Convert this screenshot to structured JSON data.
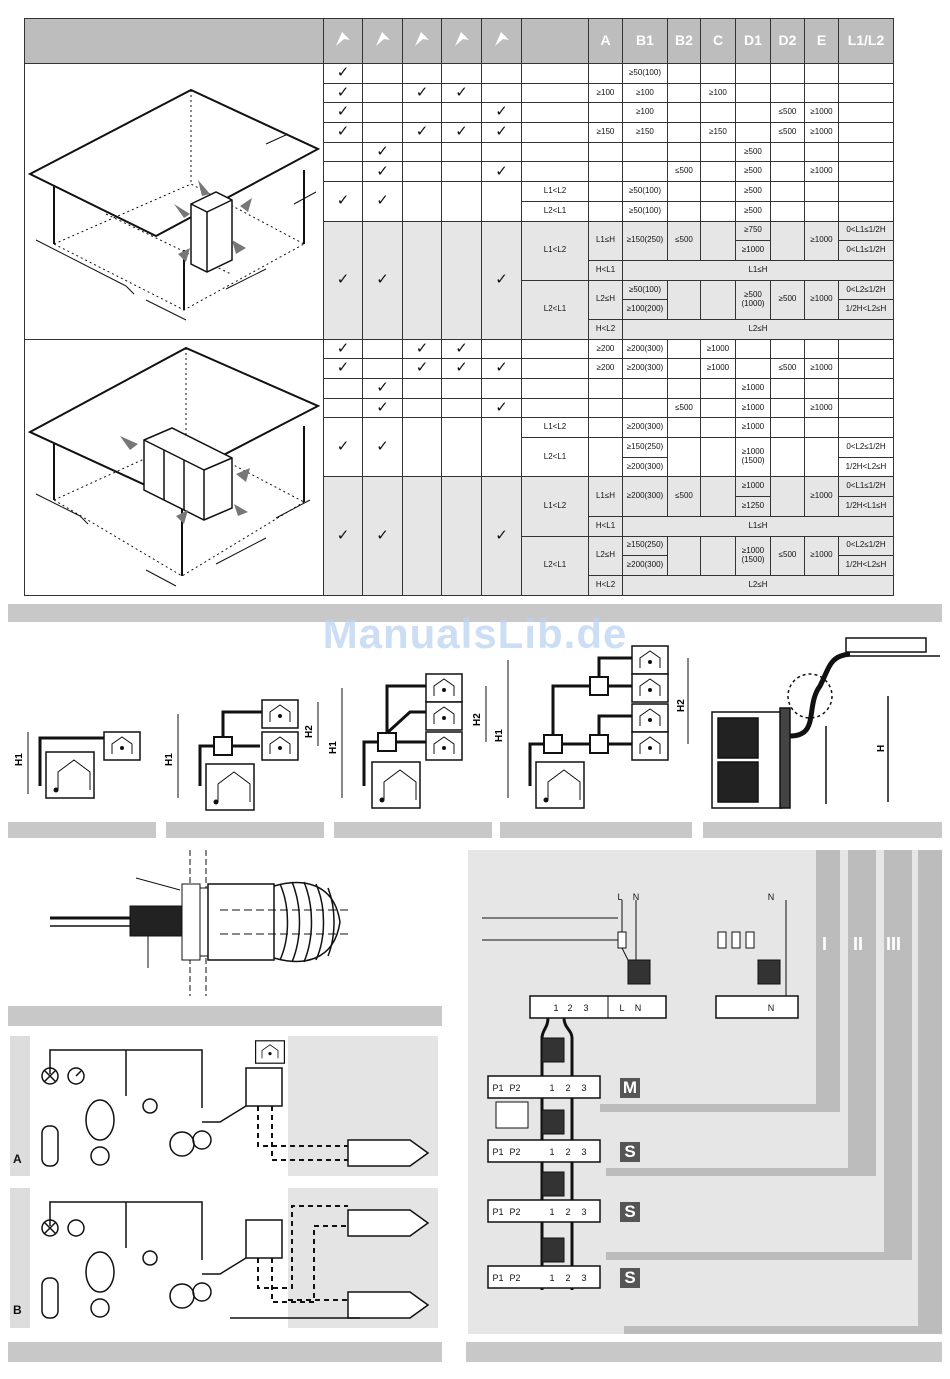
{
  "watermark": "ManualsLib.de",
  "table": {
    "columns": [
      "A",
      "B1",
      "B2",
      "C",
      "D1",
      "D2",
      "E",
      "L1/L2"
    ],
    "check": "✓",
    "sections": [
      {
        "rows": [
          {
            "c": [
              1,
              0,
              0,
              0,
              0
            ],
            "cond": "",
            "A": "",
            "B1": "≥50(100)",
            "B2": "",
            "C": "",
            "D1": "",
            "D2": "",
            "E": "",
            "L": ""
          },
          {
            "c": [
              1,
              0,
              1,
              1,
              0
            ],
            "cond": "",
            "A": "≥100",
            "B1": "≥100",
            "B2": "",
            "C": "≥100",
            "D1": "",
            "D2": "",
            "E": "",
            "L": ""
          },
          {
            "c": [
              1,
              0,
              0,
              0,
              1
            ],
            "cond": "",
            "A": "",
            "B1": "≥100",
            "B2": "",
            "C": "",
            "D1": "",
            "D2": "≤500",
            "E": "≥1000",
            "L": ""
          },
          {
            "c": [
              1,
              0,
              1,
              1,
              1
            ],
            "cond": "",
            "A": "≥150",
            "B1": "≥150",
            "B2": "",
            "C": "≥150",
            "D1": "",
            "D2": "≤500",
            "E": "≥1000",
            "L": ""
          },
          {
            "c": [
              0,
              1,
              0,
              0,
              0
            ],
            "cond": "",
            "A": "",
            "B1": "",
            "B2": "",
            "C": "",
            "D1": "≥500",
            "D2": "",
            "E": "",
            "L": ""
          },
          {
            "c": [
              0,
              1,
              0,
              0,
              1
            ],
            "cond": "",
            "A": "",
            "B1": "",
            "B2": "≤500",
            "C": "",
            "D1": "≥500",
            "D2": "",
            "E": "≥1000",
            "L": ""
          }
        ],
        "pair": {
          "c": [
            1,
            1,
            0,
            0,
            0
          ],
          "rows": [
            {
              "cond": "L1<L2",
              "B1": "≥50(100)",
              "D1": "≥500"
            },
            {
              "cond": "L2<L1",
              "B1": "≥50(100)",
              "D1": "≥500"
            }
          ]
        },
        "block": {
          "c": [
            1,
            1,
            0,
            0,
            1
          ],
          "groups": [
            {
              "outer": "L1<L2",
              "inner": "L1≤H",
              "B1": "≥150(250)",
              "B2": "≤500",
              "D1a": "≥750",
              "D1b": "≥1000",
              "E": "≥1000",
              "La": "0<L1≤1/2H",
              "Lb": "0<L1≤1/2H",
              "x": "H<L1",
              "xval": "L1≤H"
            },
            {
              "outer": "L2<L1",
              "inner": "L2≤H",
              "B1a": "≥50(100)",
              "B1b": "≥100(200)",
              "D1": "≥500 (1000)",
              "D2": "≥500",
              "E": "≥1000",
              "La": "0<L2≤1/2H",
              "Lb": "1/2H<L2≤H",
              "x": "H<L2",
              "xval": "L2≤H"
            }
          ]
        }
      },
      {
        "rows": [
          {
            "c": [
              1,
              0,
              1,
              1,
              0
            ],
            "cond": "",
            "A": "≥200",
            "B1": "≥200(300)",
            "B2": "",
            "C": "≥1000",
            "D1": "",
            "D2": "",
            "E": "",
            "L": ""
          },
          {
            "c": [
              1,
              0,
              1,
              1,
              1
            ],
            "cond": "",
            "A": "≥200",
            "B1": "≥200(300)",
            "B2": "",
            "C": "≥1000",
            "D1": "",
            "D2": "≤500",
            "E": "≥1000",
            "L": ""
          },
          {
            "c": [
              0,
              1,
              0,
              0,
              0
            ],
            "cond": "",
            "A": "",
            "B1": "",
            "B2": "",
            "C": "",
            "D1": "≥1000",
            "D2": "",
            "E": "",
            "L": ""
          },
          {
            "c": [
              0,
              1,
              0,
              0,
              1
            ],
            "cond": "",
            "A": "",
            "B1": "",
            "B2": "≤500",
            "C": "",
            "D1": "≥1000",
            "D2": "",
            "E": "≥1000",
            "L": ""
          }
        ],
        "pair": {
          "c": [
            1,
            1,
            0,
            0,
            0
          ],
          "rows": [
            {
              "cond": "L1<L2",
              "B1": "≥200(300)",
              "D1": "≥1000"
            },
            {
              "cond": "L2<L1",
              "B1a": "≥150(250)",
              "B1b": "≥200(300)",
              "D1": "≥1000 (1500)",
              "La": "0<L2≤1/2H",
              "Lb": "1/2H<L2≤H"
            }
          ]
        },
        "block": {
          "c": [
            1,
            1,
            0,
            0,
            1
          ],
          "groups": [
            {
              "outer": "L1<L2",
              "inner": "L1≤H",
              "B1": "≥200(300)",
              "B2": "≤500",
              "D1a": "≥1000",
              "D1b": "≥1250",
              "E": "≥1000",
              "La": "0<L1≤1/2H",
              "Lb": "1/2H<L1≤H",
              "x": "H<L1",
              "xval": "L1≤H"
            },
            {
              "outer": "L2<L1",
              "inner": "L2≤H",
              "B1a": "≥150(250)",
              "B1b": "≥200(300)",
              "D1": "≥1000 (1500)",
              "D2": "≤500",
              "E": "≥1000",
              "La": "0<L2≤1/2H",
              "Lb": "1/2H<L2≤H",
              "x": "H<L2",
              "xval": "L2≤H"
            }
          ]
        }
      }
    ]
  },
  "height_diagrams": {
    "h1": "H1",
    "h2": "H2",
    "h": "H"
  },
  "piping": {
    "a": "A",
    "b": "B"
  },
  "wiring": {
    "terminals": [
      "1",
      "2",
      "3"
    ],
    "power": [
      "L",
      "N"
    ],
    "ctrl": [
      "P1",
      "P2"
    ],
    "tags": [
      "M",
      "S",
      "S",
      "S"
    ],
    "romans": [
      "I",
      "II",
      "III"
    ],
    "power_labels": [
      "L",
      "N",
      "N"
    ]
  }
}
